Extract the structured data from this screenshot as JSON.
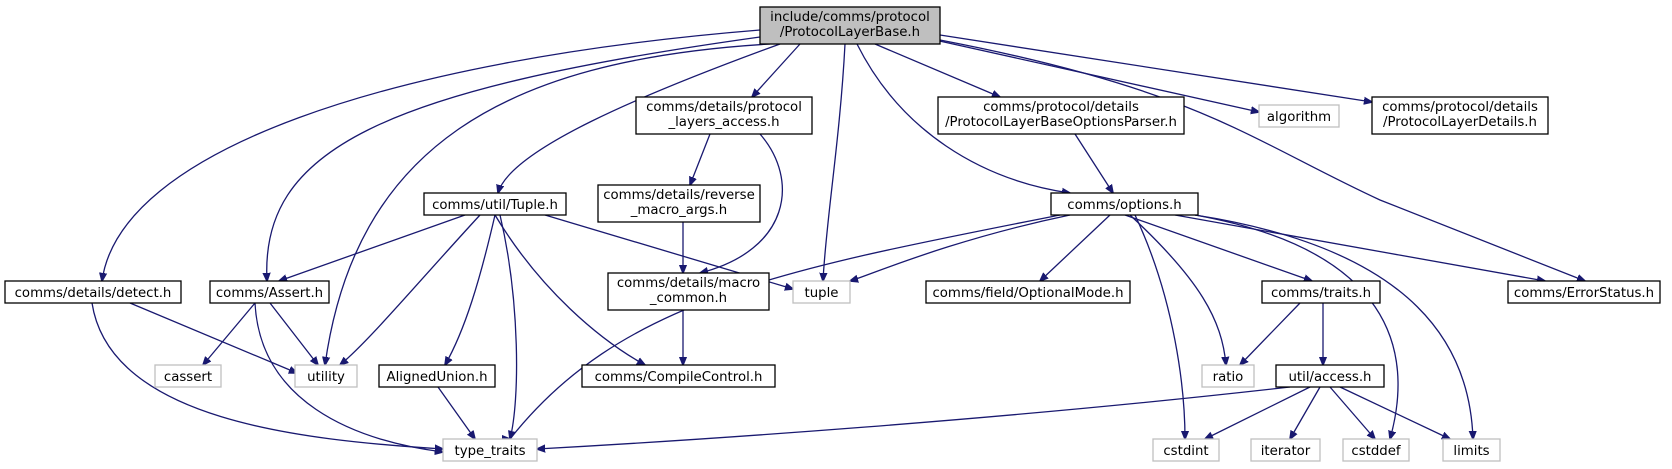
{
  "diagram": {
    "root": [
      "include/comms/protocol",
      "/ProtocolLayerBase.h"
    ],
    "nodes": {
      "root": [
        "include/comms/protocol",
        "/ProtocolLayerBase.h"
      ],
      "layers_access": [
        "comms/details/protocol",
        "_layers_access.h"
      ],
      "opts_parser": [
        "comms/protocol/details",
        "/ProtocolLayerBaseOptionsParser.h"
      ],
      "algorithm": [
        "algorithm"
      ],
      "layer_details": [
        "comms/protocol/details",
        "/ProtocolLayerDetails.h"
      ],
      "tuple_h": [
        "comms/util/Tuple.h"
      ],
      "reverse_macro": [
        "comms/details/reverse",
        "_macro_args.h"
      ],
      "options": [
        "comms/options.h"
      ],
      "detect": [
        "comms/details/detect.h"
      ],
      "assert": [
        "comms/Assert.h"
      ],
      "macro_common": [
        "comms/details/macro",
        "_common.h"
      ],
      "tuple": [
        "tuple"
      ],
      "optional_mode": [
        "comms/field/OptionalMode.h"
      ],
      "traits": [
        "comms/traits.h"
      ],
      "error_status": [
        "comms/ErrorStatus.h"
      ],
      "cassert": [
        "cassert"
      ],
      "utility": [
        "utility"
      ],
      "aligned_union": [
        "AlignedUnion.h"
      ],
      "compile_control": [
        "comms/CompileControl.h"
      ],
      "ratio": [
        "ratio"
      ],
      "access": [
        "util/access.h"
      ],
      "type_traits": [
        "type_traits"
      ],
      "cstdint": [
        "cstdint"
      ],
      "iterator": [
        "iterator"
      ],
      "cstddef": [
        "cstddef"
      ],
      "limits": [
        "limits"
      ]
    },
    "edges": [
      [
        "root",
        "layers_access"
      ],
      [
        "root",
        "opts_parser"
      ],
      [
        "root",
        "algorithm"
      ],
      [
        "root",
        "layer_details"
      ],
      [
        "root",
        "tuple_h"
      ],
      [
        "root",
        "options"
      ],
      [
        "root",
        "detect"
      ],
      [
        "root",
        "assert"
      ],
      [
        "root",
        "tuple"
      ],
      [
        "root",
        "error_status"
      ],
      [
        "root",
        "utility"
      ],
      [
        "layers_access",
        "reverse_macro"
      ],
      [
        "layers_access",
        "macro_common"
      ],
      [
        "opts_parser",
        "options"
      ],
      [
        "reverse_macro",
        "macro_common"
      ],
      [
        "macro_common",
        "compile_control"
      ],
      [
        "tuple_h",
        "assert"
      ],
      [
        "tuple_h",
        "tuple"
      ],
      [
        "tuple_h",
        "utility"
      ],
      [
        "tuple_h",
        "aligned_union"
      ],
      [
        "tuple_h",
        "compile_control"
      ],
      [
        "tuple_h",
        "type_traits"
      ],
      [
        "options",
        "tuple"
      ],
      [
        "options",
        "optional_mode"
      ],
      [
        "options",
        "traits"
      ],
      [
        "options",
        "error_status"
      ],
      [
        "options",
        "ratio"
      ],
      [
        "options",
        "type_traits"
      ],
      [
        "options",
        "cstdint"
      ],
      [
        "options",
        "cstddef"
      ],
      [
        "options",
        "limits"
      ],
      [
        "detect",
        "utility"
      ],
      [
        "detect",
        "type_traits"
      ],
      [
        "assert",
        "cassert"
      ],
      [
        "assert",
        "utility"
      ],
      [
        "assert",
        "type_traits"
      ],
      [
        "aligned_union",
        "type_traits"
      ],
      [
        "traits",
        "ratio"
      ],
      [
        "traits",
        "access"
      ],
      [
        "access",
        "type_traits"
      ],
      [
        "access",
        "cstdint"
      ],
      [
        "access",
        "iterator"
      ],
      [
        "access",
        "cstddef"
      ],
      [
        "access",
        "limits"
      ]
    ]
  }
}
